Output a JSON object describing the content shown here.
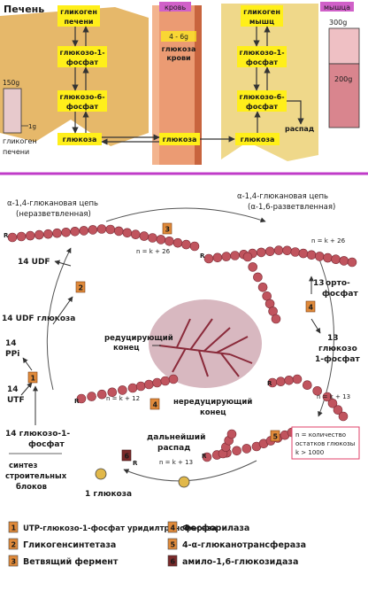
{
  "top": {
    "liver_label": "Печень",
    "blood_label": "кровь",
    "muscle_label": "мышца",
    "liver_boxes": [
      "гликоген печени",
      "глюкозо-1- фосфат",
      "глюкозо-6- фосфат"
    ],
    "liver_glucose": "глюкоза",
    "blood_glucose_range": "4 - 6g",
    "blood_glucose_label": "глюкоза крови",
    "blood_glucose_box": "глюкоза",
    "muscle_boxes": [
      "гликоген мышц",
      "глюкозо-1- фосфат",
      "глюкозо-6- фосфат"
    ],
    "muscle_glucose": "глюкоза",
    "muscle_breakdown": "распад",
    "liver_bar_top": "150g",
    "liver_bar_bottom": "1g",
    "liver_bar_caption": "гликоген печени",
    "muscle_bar_top": "300g",
    "muscle_bar_mid": "200g"
  },
  "cycle": {
    "chain_unbranched": "α-1,4-глюкановая цепь (неразветвленная)",
    "chain_branched": "α-1,4-глюкановая цепь (α-1,6-разветвленная)",
    "n_k26_left": "n = k + 26",
    "n_k26_right": "n = k + 26",
    "n_k12": "n = k + 12",
    "n_k13_right": "n = k + 13",
    "n_k13_bottom": "n = k + 13",
    "reducing_end": "редуцирующий конец",
    "nonreducing_end": "нередуцирующий конец",
    "orthophosphate_num": "13",
    "orthophosphate": "орто- фосфат",
    "g1p_out_num": "13",
    "g1p_out": "глюкозо 1-фосфат",
    "note_n": "n = количество остатков глюкозы",
    "note_k": "k > 1000",
    "further_breakdown": "дальнейший распад",
    "one_glucose": "1 глюкоза",
    "udp_14": "14 UDF",
    "udp_glucose": "14 UDF глюкоза",
    "ppi_num": "14",
    "ppi": "PPi",
    "utp_num": "14",
    "utp": "UTF",
    "g1p_in": "14 глюкозо-1- фосфат",
    "synthesis": "синтез строительных блоков",
    "R": "R"
  },
  "legend": {
    "items": [
      {
        "num": "1",
        "label": "UTP-глюкозо-1-фосфат уридилтрансфераза",
        "color": "#e08a3a"
      },
      {
        "num": "2",
        "label": "Гликогенсинтетаза",
        "color": "#e08a3a"
      },
      {
        "num": "3",
        "label": "Ветвящий фермент",
        "color": "#e08a3a"
      },
      {
        "num": "4",
        "label": "Фосфорилаза",
        "color": "#e08a3a"
      },
      {
        "num": "5",
        "label": "4-α-глюканотрансфераза",
        "color": "#e08a3a"
      },
      {
        "num": "6",
        "label": "амило-1,6-глюкозидаза",
        "color": "#7a2a2a"
      }
    ]
  },
  "colors": {
    "liver": "#e6b86a",
    "muscle": "#efd88a",
    "blood": "#e88a5a",
    "box": "#ffef1a",
    "bead": "#c0545e",
    "divider": "#c03cc8"
  }
}
